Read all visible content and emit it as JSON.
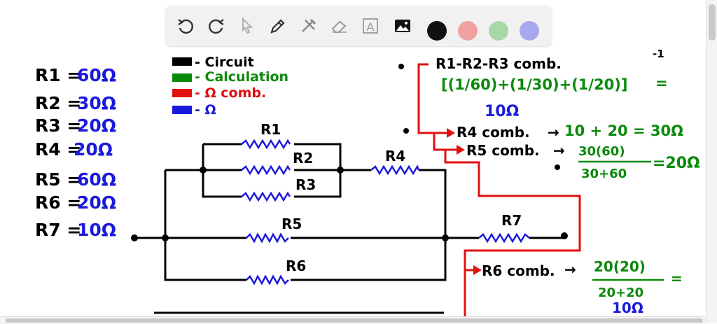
{
  "toolbar": {
    "tools": [
      {
        "name": "undo-icon"
      },
      {
        "name": "redo-icon"
      },
      {
        "name": "select-arrow-icon"
      },
      {
        "name": "pen-icon"
      },
      {
        "name": "tools-icon"
      },
      {
        "name": "eraser-icon"
      },
      {
        "name": "text-icon",
        "glyph": "A"
      },
      {
        "name": "image-icon"
      }
    ],
    "colors": [
      "#111111",
      "#f0a0a0",
      "#a8d8a8",
      "#a8a8ee"
    ]
  },
  "ink": {
    "black": "#000000",
    "blue": "#1a1adc",
    "green": "#0a8a0a",
    "red": "#e01010"
  },
  "givens": [
    {
      "label": "R1 =",
      "value": "60Ω"
    },
    {
      "label": "R2 =",
      "value": "30Ω"
    },
    {
      "label": "R3 =",
      "value": "20Ω"
    },
    {
      "label": "R4 =",
      "value": "20Ω"
    },
    {
      "label": "R5 =",
      "value": "60Ω"
    },
    {
      "label": "R6 =",
      "value": "20Ω"
    },
    {
      "label": "R7 =",
      "value": "10Ω"
    }
  ],
  "legend": [
    {
      "text": "- Circuit",
      "color": "#000000"
    },
    {
      "text": "- Calculation",
      "color": "#0a8a0a"
    },
    {
      "text": "- Ω comb.",
      "color": "#e01010"
    },
    {
      "text": "- Ω",
      "color": "#1a1adc"
    }
  ],
  "resistors": {
    "r1": "R1",
    "r2": "R2",
    "r3": "R3",
    "r4": "R4",
    "r5": "R5",
    "r6": "R6",
    "r7": "R7"
  },
  "calc": {
    "step1_label": "R1-R2-R3 comb.",
    "step1_expr": "[(1/60)+(1/30)+(1/20)]",
    "step1_exp": "-1",
    "step1_eq": "=",
    "step1_result": "10Ω",
    "step2_label": "R4 comb.",
    "step2_arrow": "→",
    "step2_expr": "10 + 20 = 30Ω",
    "step3_label": "R5 comb.",
    "step3_arrow": "→",
    "step3_num": "30(60)",
    "step3_den": "30+60",
    "step3_result": "=20Ω",
    "step4_label": "R6 comb.",
    "step4_arrow": "→",
    "step4_num": "20(20)",
    "step4_den": "20+20",
    "step4_eq": "=",
    "step4_result": "10Ω"
  }
}
